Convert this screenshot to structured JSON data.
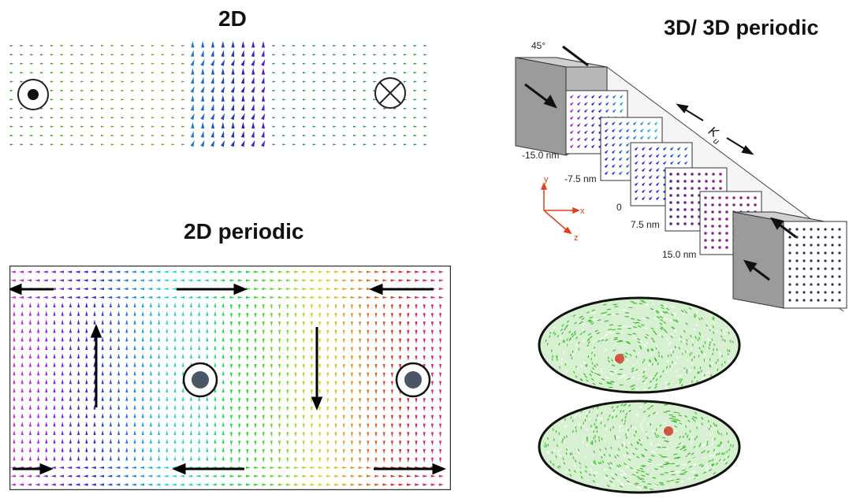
{
  "titles": {
    "t2d": "2D",
    "t2dp": "2D periodic",
    "t3d": "3D/ 3D periodic"
  },
  "diagram3d": {
    "angle": "45°",
    "positions": [
      "-15.0 nm",
      "-7.5 nm",
      "0",
      "7.5 nm",
      "15.0 nm"
    ],
    "axes": {
      "x": "x",
      "y": "y",
      "z": "z"
    },
    "anisotropy_label": "K",
    "anisotropy_sub": "u"
  },
  "colors": {
    "arrow_dark": "#000000",
    "axis_red": "#e0401a",
    "disk_green": "#3bbf2f",
    "core_red": "#d03020",
    "marker_fill": "#4a5566"
  }
}
